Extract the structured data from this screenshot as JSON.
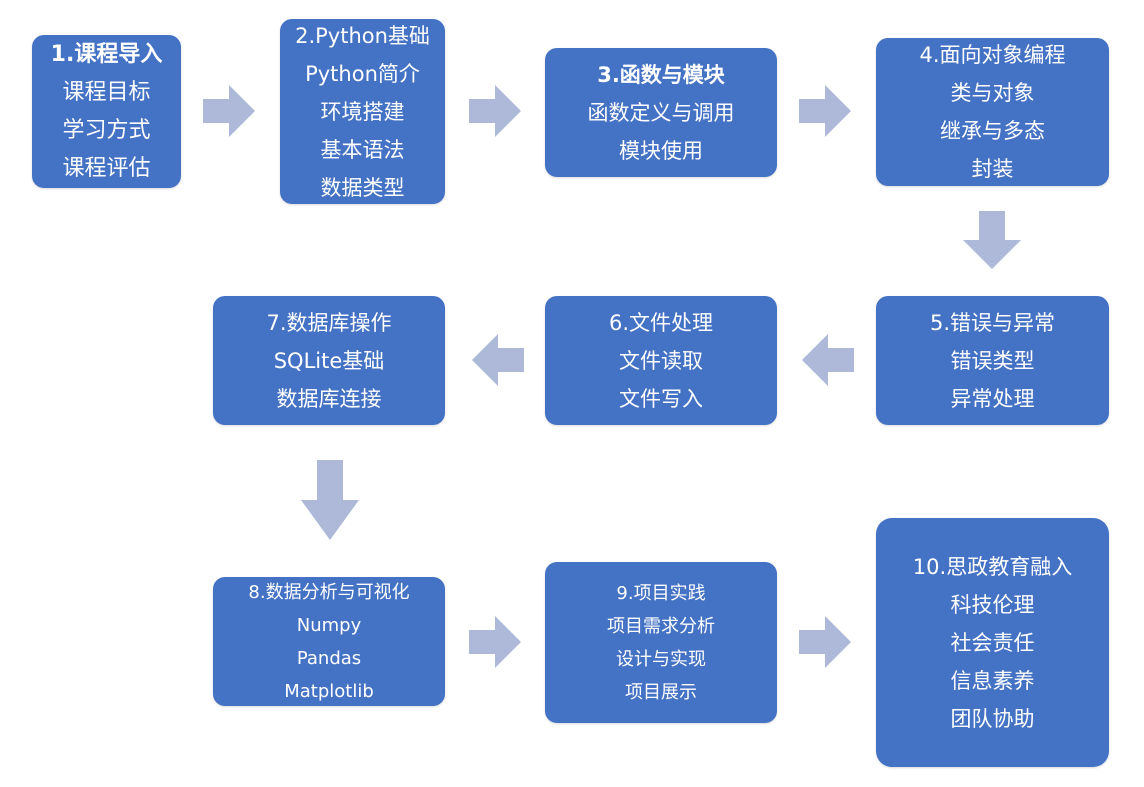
{
  "colors": {
    "box_fill": "#4472c4",
    "box_text": "#ffffff",
    "arrow_fill": "#aeb9d9"
  },
  "boxes": [
    {
      "title": "1.课程导入",
      "items": [
        "课程目标",
        "学习方式",
        "课程评估"
      ]
    },
    {
      "title": "2.Python基础",
      "items": [
        "Python简介",
        "环境搭建",
        "基本语法",
        "数据类型"
      ]
    },
    {
      "title": "3.函数与模块",
      "items": [
        "函数定义与调用",
        "模块使用"
      ]
    },
    {
      "title": "4.面向对象编程",
      "items": [
        "类与对象",
        "继承与多态",
        "封装"
      ]
    },
    {
      "title": "5.错误与异常",
      "items": [
        "错误类型",
        "异常处理"
      ]
    },
    {
      "title": "6.文件处理",
      "items": [
        "文件读取",
        "文件写入"
      ]
    },
    {
      "title": "7.数据库操作",
      "items": [
        "SQLite基础",
        "数据库连接"
      ]
    },
    {
      "title": "8.数据分析与可视化",
      "items": [
        "Numpy",
        "Pandas",
        "Matplotlib"
      ]
    },
    {
      "title": "9.项目实践",
      "items": [
        "项目需求分析",
        "设计与实现",
        "项目展示"
      ]
    },
    {
      "title": "10.思政教育融入",
      "items": [
        "科技伦理",
        "社会责任",
        "信息素养",
        "团队协助"
      ]
    }
  ]
}
